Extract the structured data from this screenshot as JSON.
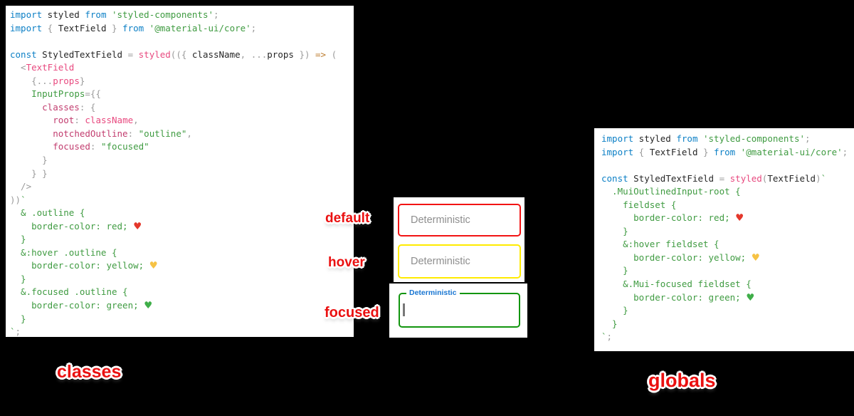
{
  "page": {
    "background": "#000000"
  },
  "states": {
    "default": "default",
    "hover": "hover",
    "focused": "focused"
  },
  "textfields": {
    "default": {
      "placeholder": "Deterministic",
      "border_color": "#f21313"
    },
    "hover": {
      "placeholder": "Deterministic",
      "border_color": "#ffeb00"
    },
    "focused": {
      "label": "Deterministic",
      "border_color": "#12950f",
      "label_color": "#1976d2"
    }
  },
  "colors": {
    "keyword_blue": "#0d80c6",
    "string_green": "#3f9b41",
    "pink": "#e8497f",
    "object_key": "#c23d6f",
    "punctuation_gray": "#9b9b9b",
    "arrow_brown": "#bd7c2f",
    "label_red": "#ea1010",
    "heart_red": "#e4372b",
    "heart_yellow": "#f6c244",
    "heart_green": "#3fae49"
  },
  "panels": {
    "classes": {
      "heading": "classes",
      "lines": [
        [
          [
            "k",
            "import"
          ],
          [
            "d",
            " styled "
          ],
          [
            "k",
            "from"
          ],
          [
            "s",
            " 'styled-components'"
          ],
          [
            "p",
            ";"
          ]
        ],
        [
          [
            "k",
            "import"
          ],
          [
            "p",
            " { "
          ],
          [
            "d",
            "TextField"
          ],
          [
            "p",
            " } "
          ],
          [
            "k",
            "from"
          ],
          [
            "s",
            " '@material-ui/core'"
          ],
          [
            "p",
            ";"
          ]
        ],
        [],
        [
          [
            "k",
            "const"
          ],
          [
            "d",
            " StyledTextField "
          ],
          [
            "p",
            "= "
          ],
          [
            "f",
            "styled"
          ],
          [
            "p",
            "(({ "
          ],
          [
            "d",
            "className"
          ],
          [
            "p",
            ", ..."
          ],
          [
            "d",
            "props"
          ],
          [
            "p",
            " }) "
          ],
          [
            "a",
            "=>"
          ],
          [
            "p",
            " ("
          ]
        ],
        [
          [
            "p",
            "  <"
          ],
          [
            "f",
            "TextField"
          ]
        ],
        [
          [
            "p",
            "    {..."
          ],
          [
            "f",
            "props"
          ],
          [
            "p",
            "}"
          ]
        ],
        [
          [
            "d",
            "    "
          ],
          [
            "s",
            "InputProps"
          ],
          [
            "p",
            "={{"
          ]
        ],
        [
          [
            "d",
            "      "
          ],
          [
            "m",
            "classes"
          ],
          [
            "p",
            ": {"
          ]
        ],
        [
          [
            "d",
            "        "
          ],
          [
            "m",
            "root"
          ],
          [
            "p",
            ": "
          ],
          [
            "f",
            "className"
          ],
          [
            "p",
            ","
          ]
        ],
        [
          [
            "d",
            "        "
          ],
          [
            "m",
            "notchedOutline"
          ],
          [
            "p",
            ": "
          ],
          [
            "s",
            "\"outline\""
          ],
          [
            "p",
            ","
          ]
        ],
        [
          [
            "d",
            "        "
          ],
          [
            "m",
            "focused"
          ],
          [
            "p",
            ": "
          ],
          [
            "s",
            "\"focused\""
          ]
        ],
        [
          [
            "p",
            "      }"
          ]
        ],
        [
          [
            "p",
            "    } }"
          ]
        ],
        [
          [
            "p",
            "  />"
          ]
        ],
        [
          [
            "p",
            "))"
          ],
          [
            "s",
            "`"
          ]
        ],
        [
          [
            "s",
            "  & .outline {"
          ]
        ],
        [
          [
            "s",
            "    border-color: red; "
          ],
          [
            "hr",
            "♥"
          ]
        ],
        [
          [
            "s",
            "  }"
          ]
        ],
        [
          [
            "s",
            "  &:hover .outline {"
          ]
        ],
        [
          [
            "s",
            "    border-color: yellow; "
          ],
          [
            "hy",
            "♥"
          ]
        ],
        [
          [
            "s",
            "  }"
          ]
        ],
        [
          [
            "s",
            "  &.focused .outline {"
          ]
        ],
        [
          [
            "s",
            "    border-color: green; "
          ],
          [
            "hg",
            "♥"
          ]
        ],
        [
          [
            "s",
            "  }"
          ]
        ],
        [
          [
            "s",
            "`"
          ],
          [
            "p",
            ";"
          ]
        ]
      ]
    },
    "globals": {
      "heading": "globals",
      "lines": [
        [
          [
            "k",
            "import"
          ],
          [
            "d",
            " styled "
          ],
          [
            "k",
            "from"
          ],
          [
            "s",
            " 'styled-components'"
          ],
          [
            "p",
            ";"
          ]
        ],
        [
          [
            "k",
            "import"
          ],
          [
            "p",
            " { "
          ],
          [
            "d",
            "TextField"
          ],
          [
            "p",
            " } "
          ],
          [
            "k",
            "from"
          ],
          [
            "s",
            " '@material-ui/core'"
          ],
          [
            "p",
            ";"
          ]
        ],
        [],
        [
          [
            "k",
            "const"
          ],
          [
            "d",
            " StyledTextField "
          ],
          [
            "p",
            "= "
          ],
          [
            "f",
            "styled"
          ],
          [
            "p",
            "("
          ],
          [
            "d",
            "TextField"
          ],
          [
            "p",
            ")"
          ],
          [
            "s",
            "`"
          ]
        ],
        [
          [
            "s",
            "  .MuiOutlinedInput-root {"
          ]
        ],
        [
          [
            "s",
            "    fieldset {"
          ]
        ],
        [
          [
            "s",
            "      border-color: red; "
          ],
          [
            "hr",
            "♥"
          ]
        ],
        [
          [
            "s",
            "    }"
          ]
        ],
        [
          [
            "s",
            "    &:hover fieldset {"
          ]
        ],
        [
          [
            "s",
            "      border-color: yellow; "
          ],
          [
            "hy",
            "♥"
          ]
        ],
        [
          [
            "s",
            "    }"
          ]
        ],
        [
          [
            "s",
            "    &.Mui-focused fieldset {"
          ]
        ],
        [
          [
            "s",
            "      border-color: green; "
          ],
          [
            "hg",
            "♥"
          ]
        ],
        [
          [
            "s",
            "    }"
          ]
        ],
        [
          [
            "s",
            "  }"
          ]
        ],
        [
          [
            "s",
            "`"
          ],
          [
            "p",
            ";"
          ]
        ]
      ]
    }
  }
}
